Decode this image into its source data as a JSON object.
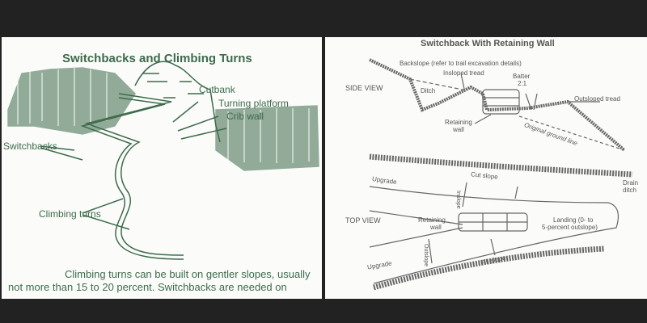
{
  "left": {
    "title": "Switchbacks and Climbing Turns",
    "labels": {
      "cutbank": "Cutbank",
      "turning_platform": "Turning platform",
      "crib_wall": "Crib wall",
      "switchbacks": "Switchbacks",
      "climbing_turns": "Climbing turns"
    },
    "caption_line1": "Climbing turns can be built on gentler slopes, usually",
    "caption_line2": "not more than 15 to 20 percent. Switchbacks are needed on",
    "colors": {
      "ink": "#3d6a4b"
    }
  },
  "right": {
    "title": "Switchback With Retaining Wall",
    "side_view": {
      "label": "SIDE VIEW",
      "backslope": "Backslope (refer to trail excavation details)",
      "insloped_tread": "Insloped tread",
      "batter_line1": "Batter",
      "batter_line2": "2:1",
      "ditch": "Ditch",
      "outsloped_tread": "Outsloped tread",
      "retaining_wall_line1": "Retaining",
      "retaining_wall_line2": "wall",
      "original_ground_line": "Original ground line"
    },
    "top_view": {
      "label": "TOP VIEW",
      "upgrade_top": "Upgrade",
      "cut_slope": "Cut slope",
      "drain_ditch_line1": "Drain",
      "drain_ditch_line2": "ditch",
      "inslope": "Inslope",
      "retaining_wall_line1": "Retaining",
      "retaining_wall_line2": "wall",
      "landing_line1": "Landing (0- to",
      "landing_line2": "5-percent outslope)",
      "outslope": "Outslope",
      "upgrade_bottom": "Upgrade",
      "fill_slope": "Fill slope"
    },
    "colors": {
      "ink": "#555555"
    }
  }
}
